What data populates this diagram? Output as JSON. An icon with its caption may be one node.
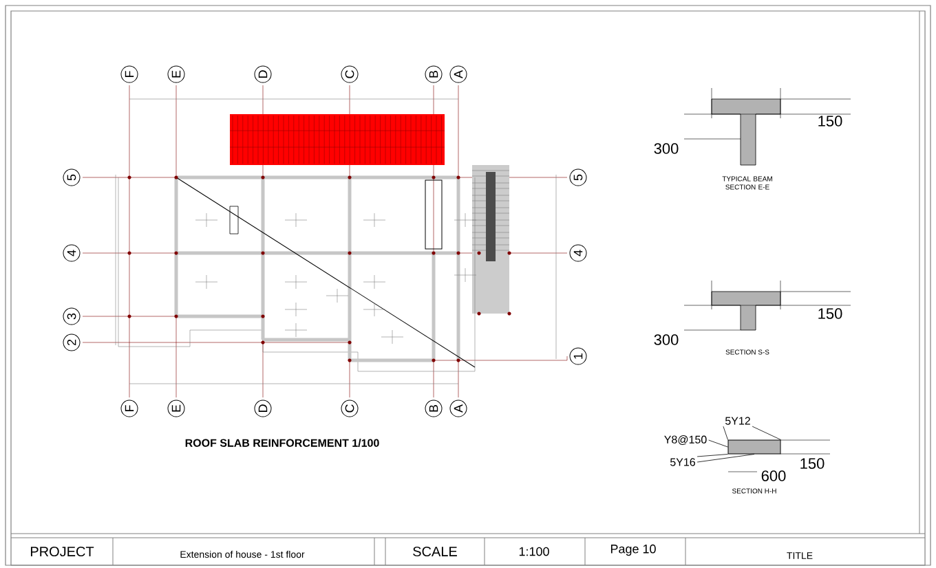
{
  "diagram": {
    "nodes": [
      {
        "text": [
          "F"
        ]
      },
      {
        "text": [
          "E"
        ]
      },
      {
        "text": [
          "D"
        ]
      },
      {
        "text": [
          "C"
        ]
      },
      {
        "text": [
          "B"
        ]
      },
      {
        "text": [
          "A"
        ]
      },
      {
        "text": [
          "5"
        ]
      },
      {
        "text": [
          "5"
        ]
      },
      {
        "text": [
          "4"
        ]
      },
      {
        "text": [
          "4"
        ]
      },
      {
        "text": [
          "3"
        ]
      },
      {
        "text": [
          "2"
        ]
      },
      {
        "text": [
          "1"
        ]
      },
      {
        "text": [
          "F"
        ]
      },
      {
        "text": [
          "E"
        ]
      },
      {
        "text": [
          "D"
        ]
      },
      {
        "text": [
          "C"
        ]
      },
      {
        "text": [
          "B"
        ]
      },
      {
        "text": [
          "A"
        ]
      },
      {
        "text": [
          "5Y12"
        ]
      },
      {
        "text": [
          "Y8@150"
        ]
      },
      {
        "text": [
          "5Y16"
        ]
      },
      {
        "text": [],
        "shape": "box"
      }
    ],
    "edges": [
      {
        "from": 19,
        "to": 22,
        "arrow": "none"
      },
      {
        "from": 19,
        "to": 22,
        "arrow": "none"
      },
      {
        "from": 20,
        "to": 22,
        "arrow": "none"
      },
      {
        "from": 21,
        "to": 22,
        "arrow": "none"
      },
      {
        "from": 21,
        "to": 22,
        "arrow": "none"
      }
    ],
    "labels": [
      "ROOF SLAB REINFORCEMENT 1/100",
      "150",
      "300",
      "TYPICAL BEAM SECTION E-E",
      "150",
      "300",
      "SECTION S-S",
      "150",
      "600",
      "SECTION H-H",
      "PROJECT",
      "Extension of house - 1st floor",
      "SCALE",
      "1:100",
      "Page 10",
      "TITLE"
    ]
  }
}
